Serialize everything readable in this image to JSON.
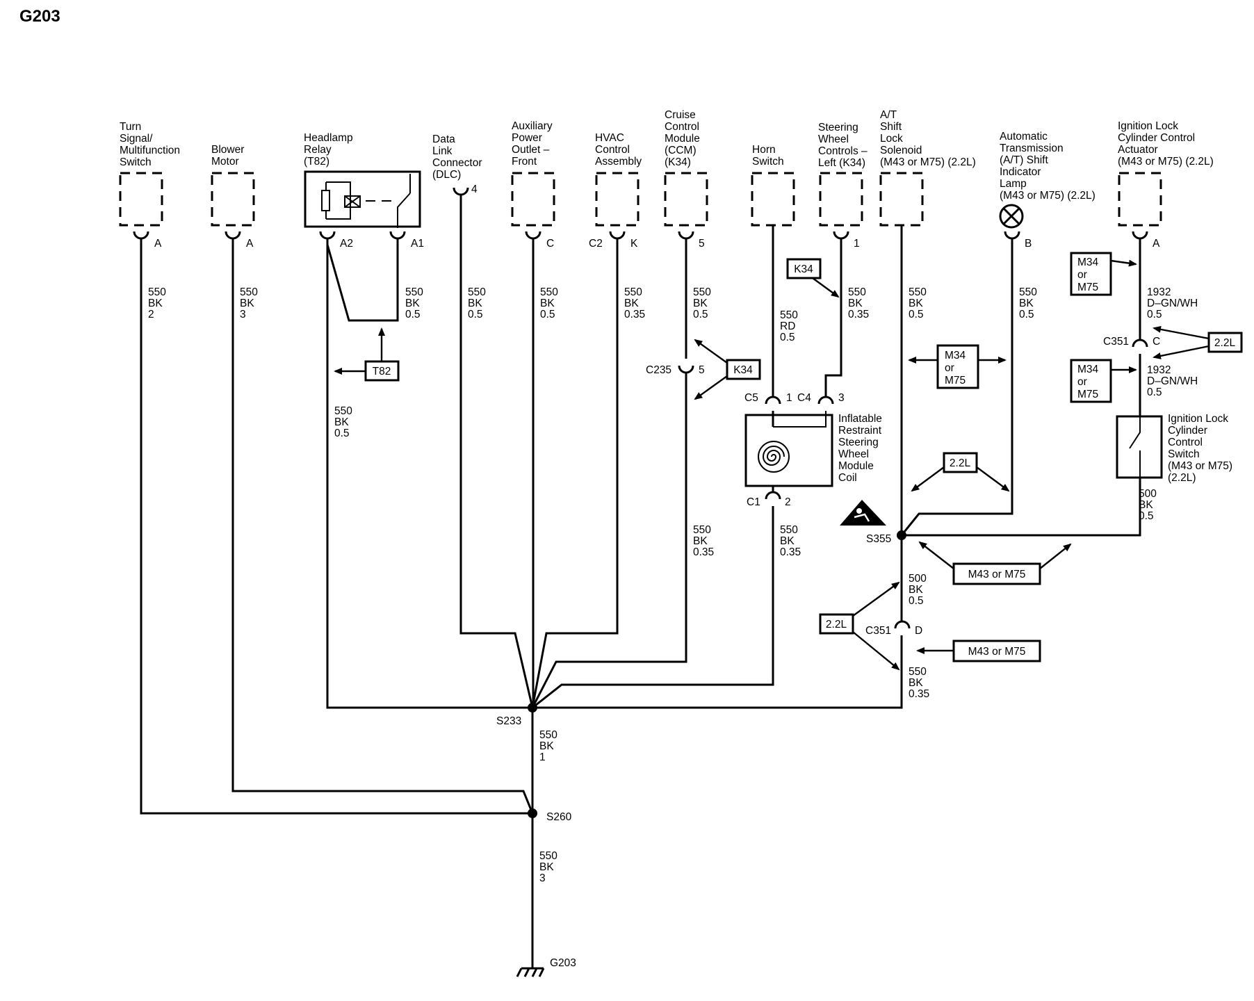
{
  "title": "G203",
  "components": {
    "turn_signal": [
      "Turn",
      "Signal/",
      "Multifunction",
      "Switch"
    ],
    "blower": [
      "Blower",
      "Motor"
    ],
    "headlamp": [
      "Headlamp",
      "Relay",
      "(T82)"
    ],
    "dlc": [
      "Data",
      "Link",
      "Connector",
      "(DLC)"
    ],
    "aux": [
      "Auxiliary",
      "Power",
      "Outlet –",
      "Front"
    ],
    "hvac": [
      "HVAC",
      "Control",
      "Assembly"
    ],
    "ccm": [
      "Cruise",
      "Control",
      "Module",
      "(CCM)",
      "(K34)"
    ],
    "horn": [
      "Horn",
      "Switch"
    ],
    "swc": [
      "Steering",
      "Wheel",
      "Controls –",
      "Left (K34)"
    ],
    "at_solenoid": [
      "A/T",
      "Shift",
      "Lock",
      "Solenoid",
      "(M43 or M75) (2.2L)"
    ],
    "at_lamp": [
      "Automatic",
      "Transmission",
      "(A/T) Shift",
      "Indicator",
      "Lamp",
      "(M43 or M75) (2.2L)"
    ],
    "ign_actuator": [
      "Ignition Lock",
      "Cylinder Control",
      "Actuator",
      "(M43 or M75) (2.2L)"
    ],
    "coil": [
      "Inflatable",
      "Restraint",
      "Steering",
      "Wheel",
      "Module",
      "Coil"
    ],
    "ign_switch": [
      "Ignition Lock",
      "Cylinder",
      "Control",
      "Switch",
      "(M43 or M75)",
      "(2.2L)"
    ]
  },
  "pins": {
    "turn": "A",
    "blower": "A",
    "a2": "A2",
    "a1": "A1",
    "dlc": "4",
    "aux": "C",
    "hvac_conn": "C2",
    "hvac": "K",
    "ccm": "5",
    "swc": "1",
    "lamp": "B",
    "ign": "A",
    "c235": "C235",
    "c235_pin": "5",
    "c5": "C5",
    "c5_pin": "1",
    "c4": "C4",
    "c4_pin": "3",
    "c1": "C1",
    "c1_pin": "2",
    "c351a": "C351",
    "c351a_pin": "C",
    "c351b": "C351",
    "c351b_pin": "D"
  },
  "wires": {
    "turn": [
      "550",
      "BK",
      "2"
    ],
    "blower": [
      "550",
      "BK",
      "3"
    ],
    "a1": [
      "550",
      "BK",
      "0.5"
    ],
    "a2": [
      "550",
      "BK",
      "0.5"
    ],
    "dlc": [
      "550",
      "BK",
      "0.5"
    ],
    "aux": [
      "550",
      "BK",
      "0.5"
    ],
    "hvac": [
      "550",
      "BK",
      "0.35"
    ],
    "ccm_top": [
      "550",
      "BK",
      "0.5"
    ],
    "ccm_bottom": [
      "550",
      "BK",
      "0.35"
    ],
    "horn": [
      "550",
      "RD",
      "0.5"
    ],
    "swc": [
      "550",
      "BK",
      "0.35"
    ],
    "coil_bottom": [
      "550",
      "BK",
      "0.35"
    ],
    "solenoid": [
      "550",
      "BK",
      "0.5"
    ],
    "lamp": [
      "550",
      "BK",
      "0.5"
    ],
    "ign_top": [
      "1932",
      "D–GN/WH",
      "0.5"
    ],
    "ign_mid": [
      "1932",
      "D–GN/WH",
      "0.5"
    ],
    "ign_bottom": [
      "500",
      "BK",
      "0.5"
    ],
    "s355_down": [
      "500",
      "BK",
      "0.5"
    ],
    "c351_down": [
      "550",
      "BK",
      "0.35"
    ],
    "s233_down": [
      "550",
      "BK",
      "1"
    ],
    "s260_down": [
      "550",
      "BK",
      "3"
    ]
  },
  "splices": {
    "s233": "S233",
    "s260": "S260",
    "s355": "S355"
  },
  "ground": "G203",
  "options": {
    "t82": "T82",
    "k34_a": "K34",
    "k34_b": "K34",
    "m34_a": [
      "M34",
      "or",
      "M75"
    ],
    "m34_b": [
      "M34",
      "or",
      "M75"
    ],
    "m34_c": [
      "M34",
      "or",
      "M75"
    ],
    "l22_a": "2.2L",
    "l22_b": "2.2L",
    "l22_c": "2.2L",
    "m43_a": "M43 or M75",
    "m43_b": "M43 or M75"
  }
}
